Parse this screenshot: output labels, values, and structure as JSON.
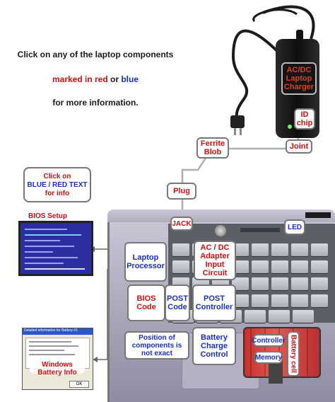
{
  "intro": {
    "line1": "Click on any of the laptop components",
    "line2_red": "marked in red",
    "line2_or": " or ",
    "line2_blue": "blue",
    "line3": "for more information."
  },
  "hint": {
    "line1": "Click on",
    "line2": "BLUE / RED TEXT",
    "line3": "for info"
  },
  "labels": {
    "ac_dc_charger": "AC/DC Laptop Charger",
    "id_chip": "ID chip",
    "joint": "Joint",
    "ferrite_blob": "Ferrite Blob",
    "plug": "Plug",
    "bios_setup": "BIOS Setup",
    "jack": "JACK",
    "led": "LED",
    "laptop_processor": "Laptop Processor",
    "adapter_input": "AC / DC Adapter Input Circuit",
    "bios_code": "BIOS Code",
    "post_code": "POST Code",
    "post_controller": "POST Controller",
    "position_note": "Position of components is not exact",
    "battery_charge_control": "Battery Charge Control",
    "controller": "Controller",
    "memory": "Memory",
    "battery_cell": "Battery cell",
    "windows_battery_info": "Windows Battery Info"
  },
  "win_battery_dialog": {
    "title": "Detailed information for Battery #1",
    "ok": "OK"
  },
  "colors": {
    "red_text": "#d01010",
    "blue_text": "#1a2fc0",
    "charger_text": "#e04020"
  }
}
